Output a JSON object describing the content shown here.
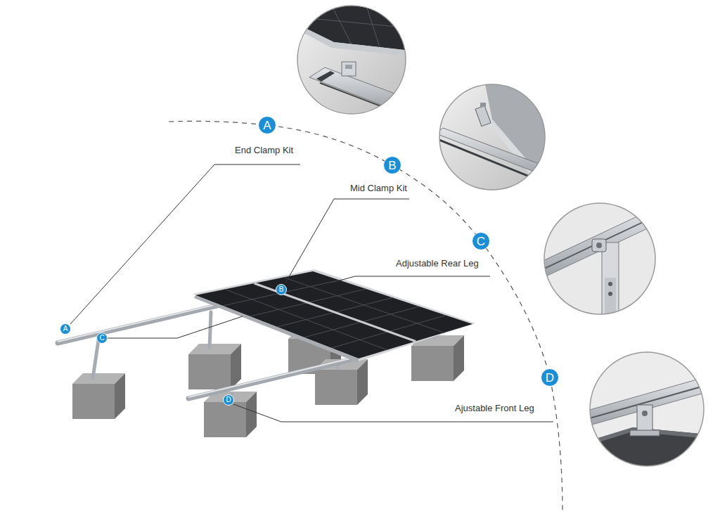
{
  "diagram": {
    "nodes": [
      {
        "text": [
          "A"
        ]
      },
      {
        "text": [
          "B"
        ]
      },
      {
        "text": [
          "C"
        ]
      },
      {
        "text": [
          "D"
        ]
      },
      {
        "text": [
          "B"
        ]
      },
      {
        "text": [
          "A"
        ]
      },
      {
        "text": [
          "C"
        ]
      },
      {
        "text": [
          "D"
        ]
      }
    ],
    "labels": [
      "End Clamp Kit",
      "Mid Clamp Kit",
      "Adjustable Rear Leg",
      "Ajustable Front Leg"
    ]
  }
}
